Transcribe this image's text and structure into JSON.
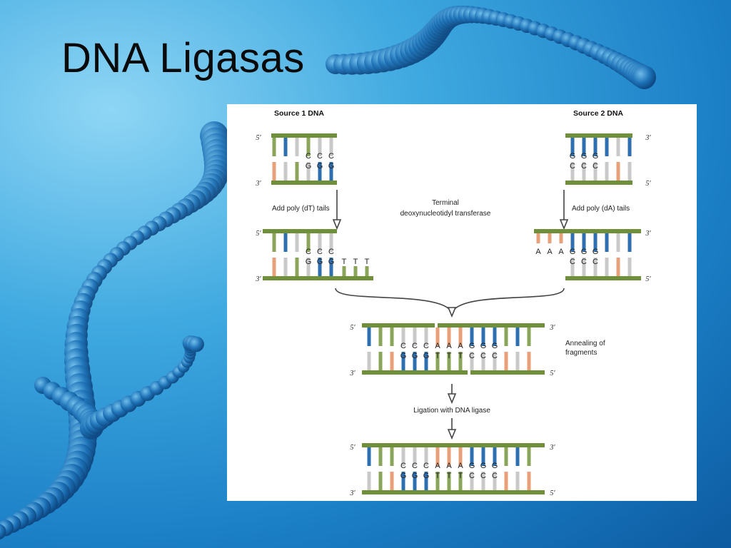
{
  "slide": {
    "title": "DNA Ligasas"
  },
  "figure": {
    "source1_label": "Source 1 DNA",
    "source2_label": "Source 2 DNA",
    "add_dT_label": "Add poly (dT) tails",
    "add_dA_label": "Add poly (dA) tails",
    "enzyme_label_line1": "Terminal",
    "enzyme_label_line2": "deoxynucleotidyl transferase",
    "annealing_line1": "Annealing of",
    "annealing_line2": "fragments",
    "ligation_label": "Ligation with DNA ligase",
    "end5": "5′",
    "end3": "3′",
    "seq_s1_top": [
      "C",
      "C",
      "C"
    ],
    "seq_s1_bottom": [
      "G",
      "G",
      "G"
    ],
    "seq_s1_tail": [
      "T",
      "T",
      "T"
    ],
    "seq_s2_top": [
      "G",
      "G",
      "G"
    ],
    "seq_s2_bottom": [
      "C",
      "C",
      "C"
    ],
    "seq_s2_tail": [
      "A",
      "A",
      "A"
    ],
    "seq_annealed_top": [
      "C",
      "C",
      "C",
      "A",
      "A",
      "A",
      "G",
      "G",
      "G"
    ],
    "seq_annealed_bottom": [
      "G",
      "G",
      "G",
      "T",
      "T",
      "T",
      "C",
      "C",
      "C"
    ],
    "colors": {
      "backbone": "#6f8f3a",
      "blue": "#2d6fb0",
      "green": "#8aa55a",
      "salmon": "#e8a07a",
      "gray": "#c9c9c9"
    }
  }
}
